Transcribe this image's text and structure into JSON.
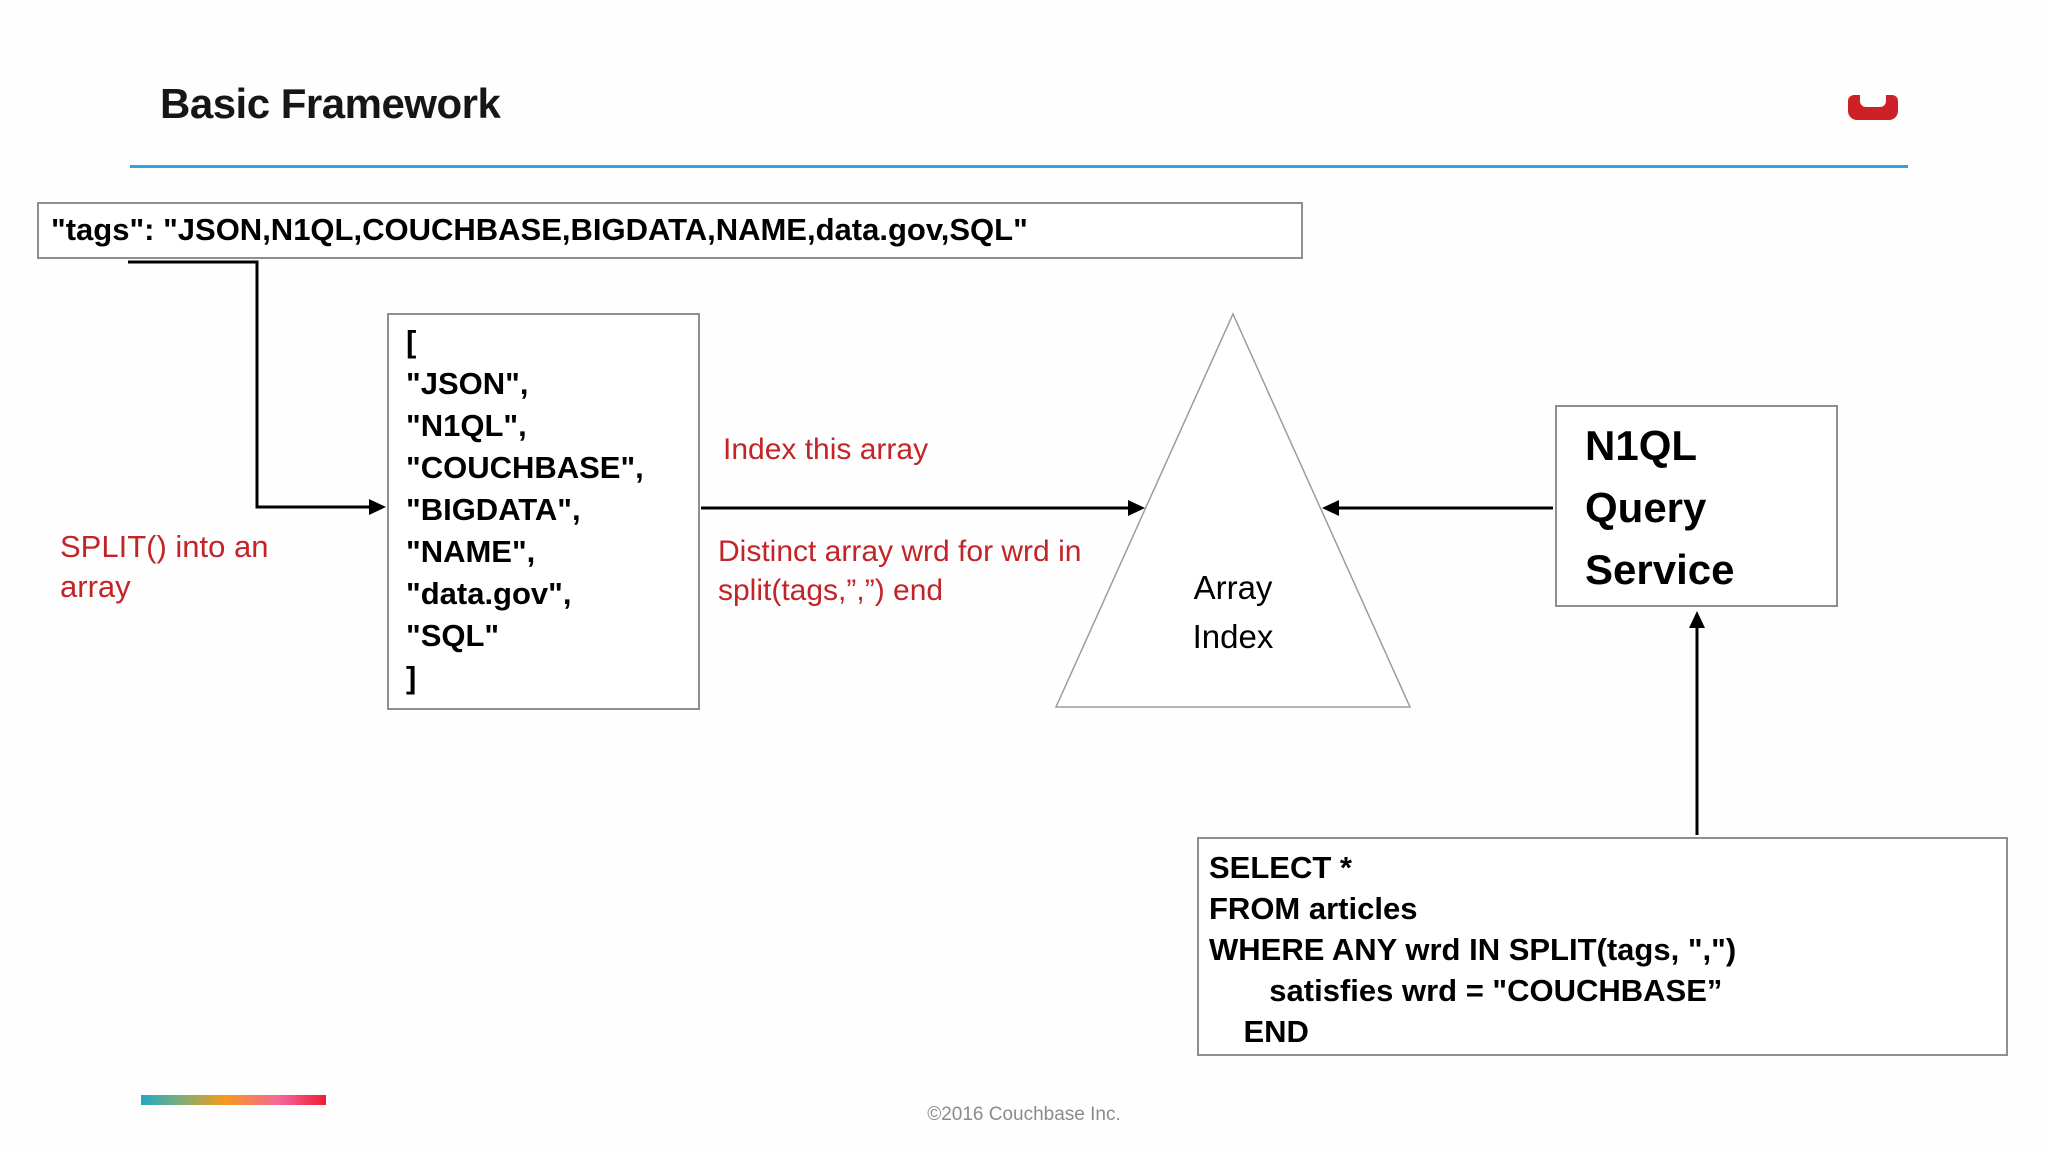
{
  "header": {
    "title": "Basic Framework",
    "accent_color": "#2BA7DC",
    "logo_icon": "couchbase-logo",
    "logo_color": "#CE2127"
  },
  "tags_box": {
    "text": "\"tags\": \"JSON,N1QL,COUCHBASE,BIGDATA,NAME,data.gov,SQL\""
  },
  "array_box": {
    "lines": [
      "[",
      "\"JSON\",",
      "\"N1QL\",",
      "\"COUCHBASE\",",
      "\"BIGDATA\",",
      "\"NAME\",",
      "\"data.gov\",",
      "\"SQL\"",
      "]"
    ]
  },
  "annotations": {
    "color": "#C32427",
    "split_label": [
      "SPLIT() into an",
      "array"
    ],
    "index_label": "Index this array",
    "distinct_label": [
      "Distinct array wrd for wrd in",
      "split(tags,”,”) end"
    ]
  },
  "array_index_triangle": {
    "label": [
      "Array",
      "Index"
    ]
  },
  "query_service_box": {
    "label": [
      "N1QL",
      "Query",
      "Service"
    ]
  },
  "query_box": {
    "lines": [
      "SELECT *",
      "FROM articles",
      "WHERE ANY wrd IN SPLIT(tags, \",\")",
      "       satisfies wrd = \"COUCHBASE”",
      "    END"
    ]
  },
  "footer": {
    "copyright": "©2016 Couchbase Inc."
  }
}
